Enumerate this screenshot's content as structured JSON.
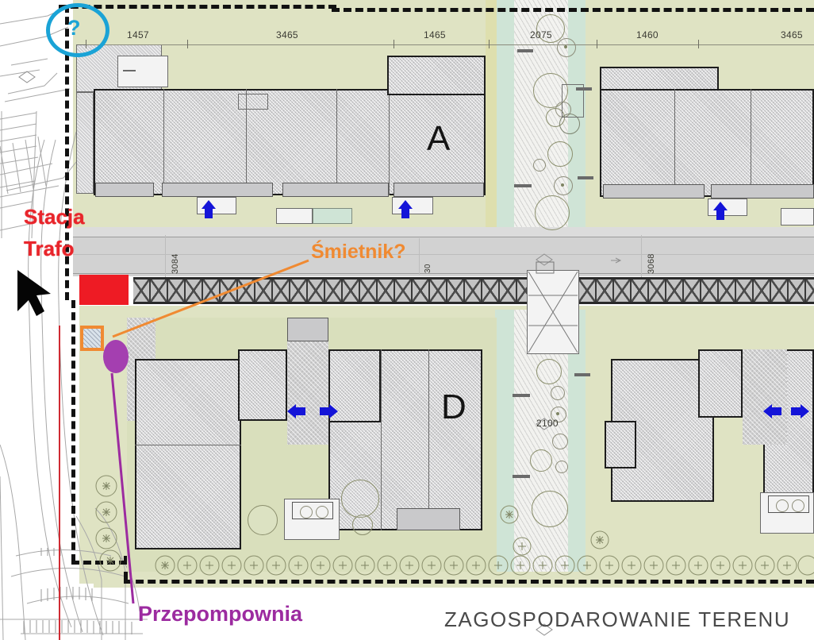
{
  "plan": {
    "title": "ZAGOSPODAROWANIE TERENU",
    "buildings": [
      {
        "id": "bld-a",
        "label": "A"
      },
      {
        "id": "bld-d",
        "label": "D"
      }
    ],
    "top_dimensions": [
      {
        "value": "1457"
      },
      {
        "value": "3465"
      },
      {
        "value": "1465"
      },
      {
        "value": "2075"
      },
      {
        "value": "1460"
      },
      {
        "value": "3465"
      }
    ],
    "vertical_dimensions": [
      {
        "value": "3084"
      },
      {
        "value": "3068"
      }
    ],
    "inner_dimensions": [
      {
        "value": "2100"
      }
    ]
  },
  "annotations": [
    {
      "name": "stacja-trafo",
      "line1": "Stacja",
      "line2": "Trafo",
      "color": "#e8252b",
      "marker": "red-rectangle"
    },
    {
      "name": "smietnik",
      "text": "Śmietnik?",
      "color": "#f08a32",
      "marker": "orange-square"
    },
    {
      "name": "przepompownia",
      "text": "Przepompownia",
      "color": "#9c2ba0",
      "marker": "purple-ellipse"
    },
    {
      "name": "question-mark",
      "text": "?",
      "color": "#1aa3d6",
      "marker": "cyan-ellipse"
    }
  ],
  "colors": {
    "lawn": "#dfe3c3",
    "mint": "#cfe4d6",
    "road": "#d2d2d2",
    "building": "#d2d2d4",
    "boundary": "#111111",
    "annotation_red": "#e8252b",
    "annotation_orange": "#f08a32",
    "annotation_purple": "#9c2ba0",
    "annotation_cyan": "#1aa3d6",
    "entrance_arrow": "#1414d8"
  },
  "entrance_arrows": [
    {
      "name": "entrance-arrow-a1",
      "direction": "up"
    },
    {
      "name": "entrance-arrow-a2",
      "direction": "up"
    },
    {
      "name": "entrance-arrow-a3",
      "direction": "up"
    },
    {
      "name": "entrance-arrow-d1",
      "direction": "left"
    },
    {
      "name": "entrance-arrow-d2",
      "direction": "right"
    },
    {
      "name": "entrance-arrow-d3",
      "direction": "left"
    },
    {
      "name": "entrance-arrow-d4",
      "direction": "right"
    }
  ],
  "pointer": {
    "name": "mouse-cursor",
    "shape": "arrow"
  }
}
